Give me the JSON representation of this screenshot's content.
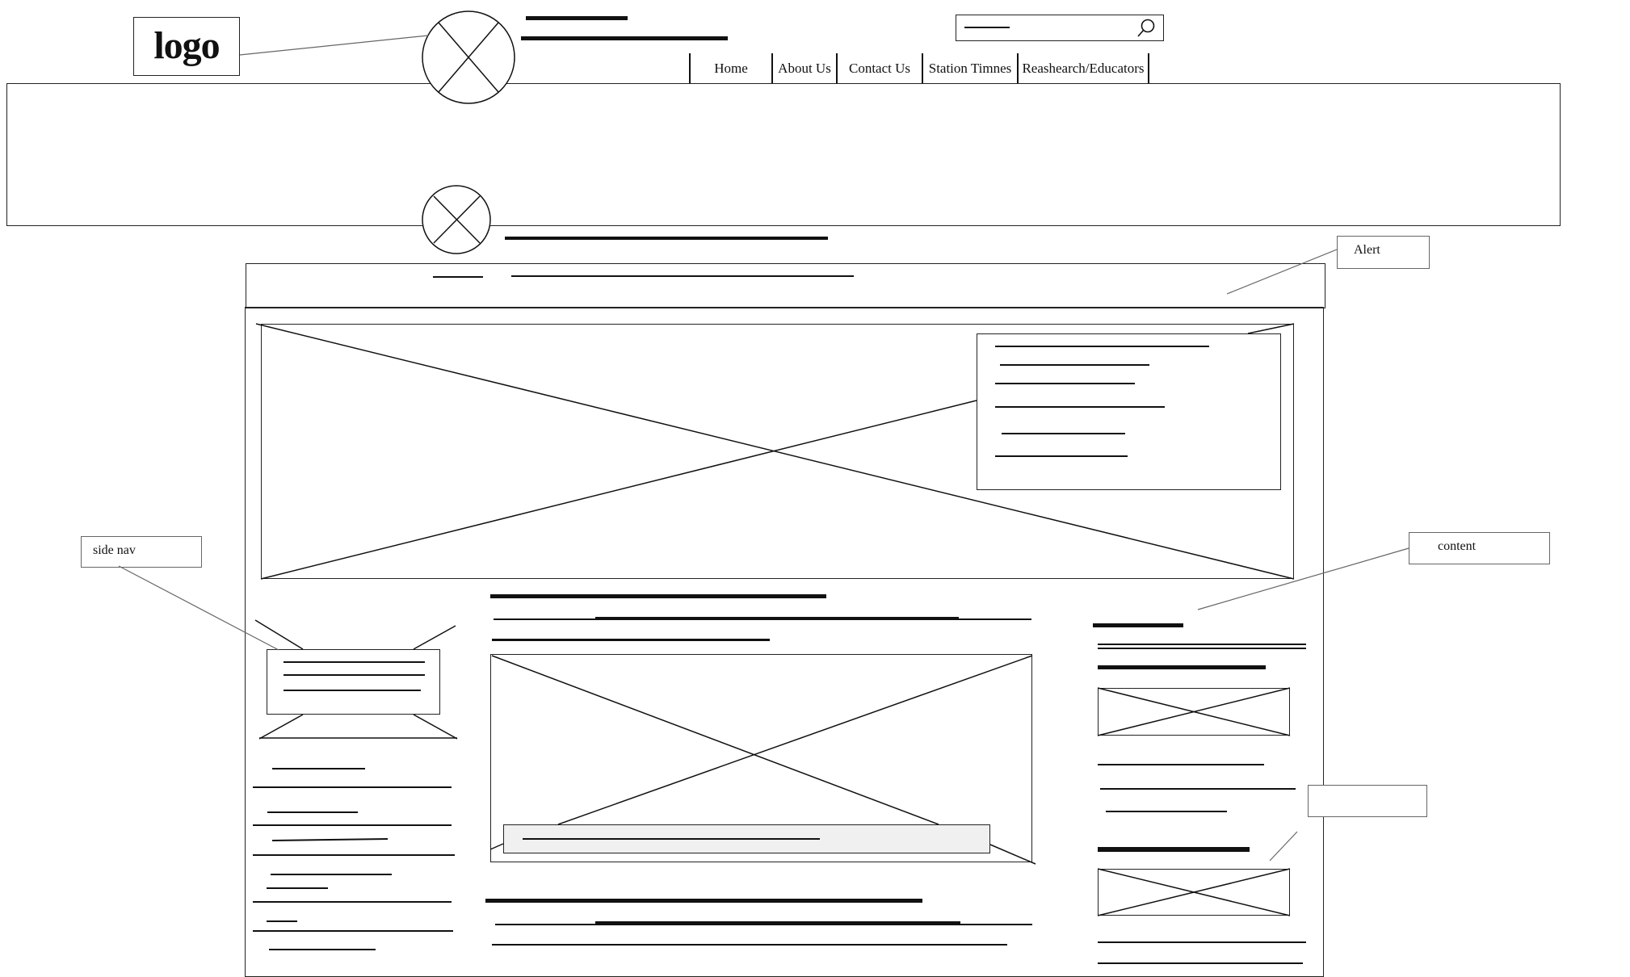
{
  "header": {
    "logo_text": "logo",
    "search": {
      "placeholder": "",
      "icon": "search-icon"
    },
    "nav": [
      {
        "label": "Home"
      },
      {
        "label": "About Us"
      },
      {
        "label": "Contact Us"
      },
      {
        "label": "Station Timnes"
      },
      {
        "label": "Reashearch/Educators"
      }
    ]
  },
  "callouts": {
    "alert": "Alert",
    "content": "content",
    "side_nav": "side nav",
    "blank": ""
  }
}
